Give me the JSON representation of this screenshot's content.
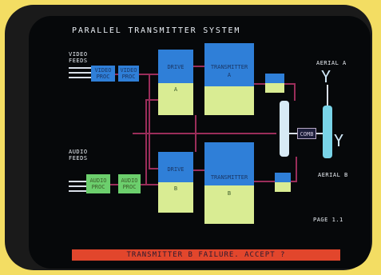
{
  "screen": {
    "title": "PARALLEL TRANSMITTER SYSTEM",
    "status_message": "TRANSMITTER B FAILURE.   ACCEPT ?",
    "page_label": "PAGE 1.1"
  },
  "inputs": {
    "video_feeds": "VIDEO\nFEEDS",
    "audio_feeds": "AUDIO\nFEEDS"
  },
  "blocks": {
    "video_proc_1": "VIDEO\nPROC",
    "video_proc_2": "VIDEO\nPROC",
    "audio_proc_1": "AUDIO\nPROC",
    "audio_proc_2": "AUDIO\nPROC",
    "drive_a": "DRIVE",
    "drive_a_sub": "A",
    "drive_b": "DRIVE",
    "drive_b_sub": "B",
    "transmitter_a": "TRANSMITTER",
    "transmitter_a_sub": "A",
    "transmitter_b": "TRANSMITTER",
    "transmitter_b_sub": "B",
    "combiner": "COMB"
  },
  "outputs": {
    "aerial_a": "AERIAL A",
    "aerial_b": "AERIAL B"
  },
  "colors": {
    "background": "#f3dd63",
    "screen": "#06080a",
    "block_blue": "#2f7fd8",
    "block_lime": "#d9ec93",
    "block_green": "#6ccf6d",
    "wire": "#9a2d5a",
    "alert": "#e2462c"
  },
  "icons": {
    "aerial": "antenna-icon",
    "combiner": "coax-tube-icon"
  }
}
